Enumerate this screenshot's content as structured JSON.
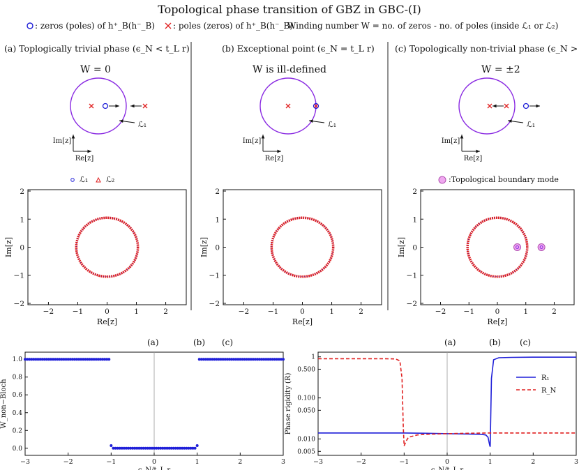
{
  "title": "Topological phase transition of GBZ in GBC-(I)",
  "legend_top": {
    "zeros_text": ": zeros (poles) of h⁺_B(h⁻_B)",
    "poles_text": ": poles (zeros) of h⁺_B(h⁻_B)",
    "winding_text": "Winding number W = no. of zeros - no. of poles  (inside ℒ₁ or ℒ₂)"
  },
  "panels": [
    {
      "heading": "(a) Toplogically trivial phase (ϵ_N < t_L r)",
      "label": "W = 0"
    },
    {
      "heading": "(b) Exceptional point (ϵ_N = t_L r)",
      "label": "W is ill-defined"
    },
    {
      "heading": "(c) Topologically non-trivial phase (ϵ_N > t_L r)",
      "label": "W = ±2"
    }
  ],
  "sketch_labels": {
    "contour": "ℒ₁",
    "im_axis": "Im[z]",
    "re_axis": "Re[z]"
  },
  "contour_legend": {
    "l1": "ℒ₁",
    "l2": "ℒ₂"
  },
  "boundary_mode_legend": ":Topological boundary mode",
  "field_axes": {
    "xlabel": "Re[z]",
    "ylabel": "Im[z]",
    "xticks": [
      "−2",
      "−1",
      "0",
      "1",
      "2"
    ],
    "yticks": [
      "2",
      "1",
      "0",
      "−1",
      "−2"
    ]
  },
  "markers_top": [
    "(a)",
    "(b)",
    "(c)"
  ],
  "chart_data": [
    {
      "type": "scatter",
      "xlabel": "ϵ_N/t_L r",
      "ylabel": "W_non−Bloch",
      "xlim": [
        -3,
        3
      ],
      "ylim": [
        -0.08,
        1.08
      ],
      "xticks": [
        "−3",
        "−2",
        "−1",
        "0",
        "1",
        "2",
        "3"
      ],
      "yticks": [
        "0.0",
        "0.2",
        "0.4",
        "0.6",
        "0.8",
        "1.0"
      ],
      "color": "#1f1fd8",
      "segments": [
        {
          "x_from": -3.0,
          "x_to": -1.05,
          "y": 1.0
        },
        {
          "x_from": -1.0,
          "x_to": -1.0,
          "y": 0.03
        },
        {
          "x_from": -0.95,
          "x_to": 0.95,
          "y": 0.0
        },
        {
          "x_from": 1.0,
          "x_to": 1.0,
          "y": 0.03
        },
        {
          "x_from": 1.05,
          "x_to": 3.0,
          "y": 1.0
        }
      ],
      "step": 0.05
    },
    {
      "type": "line",
      "xlabel": "ϵ_N/t_L r",
      "ylabel": "Phase rigidity (R)",
      "xlim": [
        -3,
        3
      ],
      "ylim": [
        0.004,
        1.3
      ],
      "yscale": "log",
      "xticks": [
        "−3",
        "−2",
        "−1",
        "0",
        "1",
        "2",
        "3"
      ],
      "yticks": [
        "1",
        "0.500",
        "0.100",
        "0.050",
        "0.010",
        "0.005"
      ],
      "series": [
        {
          "name": "R₁",
          "color": "#1f1fd8",
          "dash": "solid",
          "x": [
            -3,
            -2,
            -1.5,
            -1.1,
            -1.0,
            -0.5,
            0,
            0.5,
            0.8,
            0.9,
            0.95,
            0.99,
            1.0,
            1.03,
            1.08,
            1.2,
            1.5,
            2,
            3
          ],
          "y": [
            0.014,
            0.014,
            0.014,
            0.014,
            0.014,
            0.0138,
            0.0135,
            0.0132,
            0.013,
            0.0125,
            0.011,
            0.007,
            0.0065,
            0.3,
            0.85,
            0.95,
            0.97,
            0.98,
            0.98
          ]
        },
        {
          "name": "R_N",
          "color": "#e02020",
          "dash": "dashed",
          "x": [
            -3,
            -2,
            -1.5,
            -1.2,
            -1.1,
            -1.05,
            -1.02,
            -1.0,
            -0.95,
            -0.9,
            -0.7,
            -0.5,
            0,
            0.5,
            1,
            1.5,
            2,
            3
          ],
          "y": [
            0.9,
            0.9,
            0.9,
            0.89,
            0.8,
            0.3,
            0.02,
            0.0068,
            0.009,
            0.011,
            0.0125,
            0.013,
            0.0135,
            0.0138,
            0.014,
            0.014,
            0.014,
            0.014
          ]
        }
      ]
    }
  ]
}
